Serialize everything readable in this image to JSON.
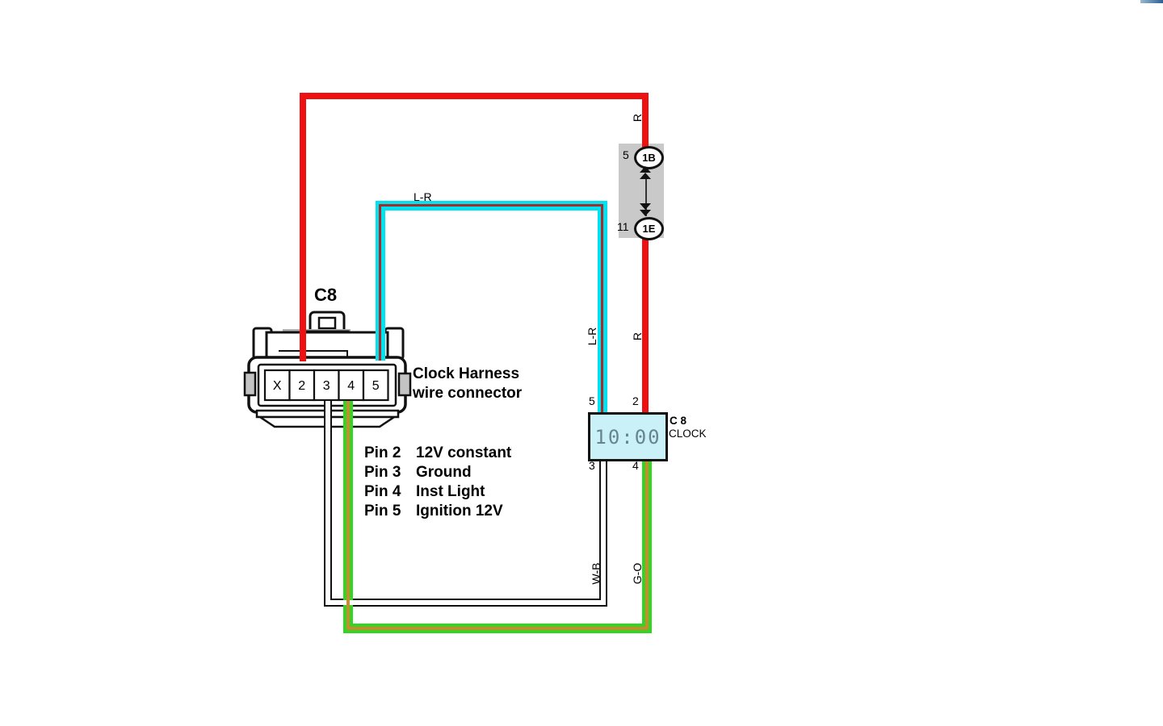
{
  "diagram": {
    "connector": {
      "title": "C8",
      "pins": [
        "X",
        "2",
        "3",
        "4",
        "5"
      ],
      "caption": [
        "Clock Harness",
        "wire connector"
      ]
    },
    "pin_descriptions": [
      {
        "pin": "Pin 2",
        "desc": "12V constant"
      },
      {
        "pin": "Pin 3",
        "desc": "Ground"
      },
      {
        "pin": "Pin 4",
        "desc": "Inst Light"
      },
      {
        "pin": "Pin 5",
        "desc": "Ignition 12V"
      }
    ],
    "junction": {
      "top_pin_number": "5",
      "top_connector": "1B",
      "bottom_pin_number": "11",
      "bottom_connector": "1E"
    },
    "clock": {
      "display": "10:00",
      "ref": "C 8",
      "label": "CLOCK",
      "pins": {
        "top_left": "5",
        "top_right": "2",
        "bottom_left": "3",
        "bottom_right": "4"
      }
    },
    "wire_labels": {
      "red_top": "R",
      "red_mid": "R",
      "blue_red_top": "L-R",
      "blue_red_mid": "L-R",
      "white_black": "W-B",
      "green_orange": "G-O"
    },
    "colors": {
      "red_wire": "#ee1111",
      "blue_wire": "#00e2ef",
      "blue_wire_stripe": "#a82b2b",
      "white_black_wire": "#101010",
      "green_wire": "#2fd622",
      "green_wire_stripe": "#cc8a30",
      "junction_box": "#c9c9c9",
      "clock_fill": "#c9f1f7",
      "clock_digits": "#68858f"
    }
  }
}
